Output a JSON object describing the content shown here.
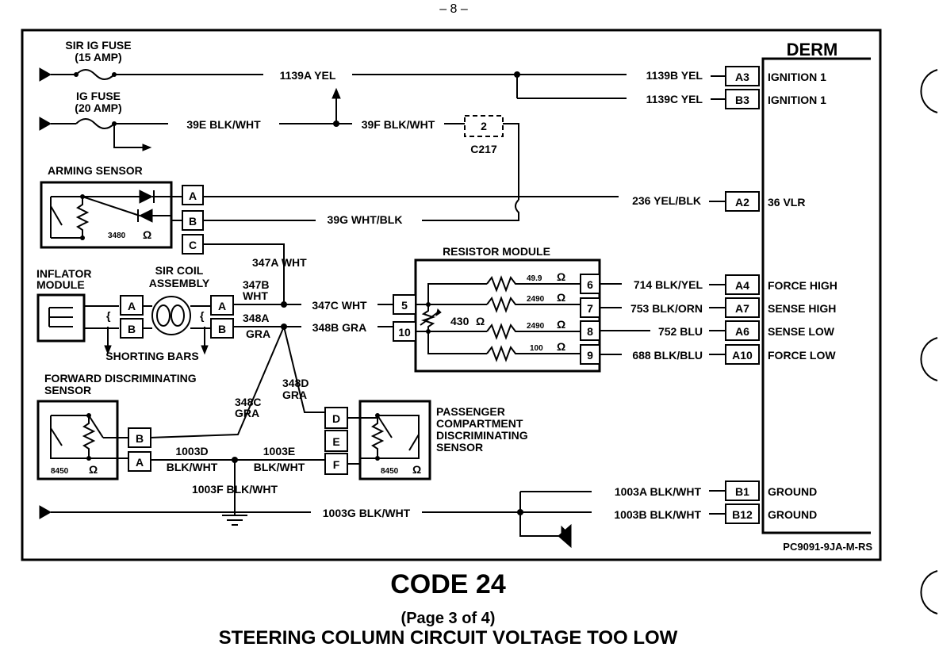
{
  "page_number": "– 8 –",
  "derm": {
    "title": "DERM"
  },
  "fuses": {
    "sir_ig": [
      "SIR IG FUSE",
      "(15 AMP)"
    ],
    "ig": [
      "IG FUSE",
      "(20 AMP)"
    ]
  },
  "wires": {
    "w1139a": "1139A YEL",
    "w1139b": "1139B YEL",
    "w1139c": "1139C YEL",
    "w39e": "39E BLK/WHT",
    "w39f": "39F BLK/WHT",
    "w236": "236 YEL/BLK",
    "w39g": "39G WHT/BLK",
    "w347a": "347A WHT",
    "w347b": [
      "347B",
      "WHT"
    ],
    "w347c": "347C WHT",
    "w348a": [
      "348A",
      "GRA"
    ],
    "w348b": "348B GRA",
    "w348c": [
      "348C",
      "GRA"
    ],
    "w348d": [
      "348D",
      "GRA"
    ],
    "w714": "714 BLK/YEL",
    "w753": "753 BLK/ORN",
    "w752": "752 BLU",
    "w688": "688 BLK/BLU",
    "w1003d": [
      "1003D",
      "BLK/WHT"
    ],
    "w1003e": [
      "1003E",
      "BLK/WHT"
    ],
    "w1003f": "1003F BLK/WHT",
    "w1003g": "1003G BLK/WHT",
    "w1003a": "1003A BLK/WHT",
    "w1003b": "1003B BLK/WHT"
  },
  "connector_c217": {
    "pin": "2",
    "label": "C217"
  },
  "derm_pins": [
    {
      "pin": "A3",
      "name": "IGNITION 1"
    },
    {
      "pin": "B3",
      "name": "IGNITION 1"
    },
    {
      "pin": "A2",
      "name": "36 VLR"
    },
    {
      "pin": "A4",
      "name": "FORCE HIGH"
    },
    {
      "pin": "A7",
      "name": "SENSE HIGH"
    },
    {
      "pin": "A6",
      "name": "SENSE LOW"
    },
    {
      "pin": "A10",
      "name": "FORCE LOW"
    },
    {
      "pin": "B1",
      "name": "GROUND"
    },
    {
      "pin": "B12",
      "name": "GROUND"
    }
  ],
  "arming_sensor": {
    "title": "ARMING SENSOR",
    "resistance": "3480",
    "ohm": "Ω",
    "pins": [
      "A",
      "B",
      "C"
    ]
  },
  "inflator": {
    "title": [
      "INFLATOR",
      "MODULE"
    ],
    "pins": [
      "A",
      "B"
    ]
  },
  "sir_coil": {
    "title": [
      "SIR COIL",
      "ASSEMBLY"
    ],
    "pins": [
      "A",
      "B"
    ]
  },
  "shorting_bars": "SHORTING BARS",
  "resistor_module": {
    "title": "RESISTOR MODULE",
    "center": "430",
    "ohm": "Ω",
    "resistors": [
      "49.9",
      "2490",
      "2490",
      "100"
    ],
    "pins": [
      "6",
      "7",
      "8",
      "9"
    ],
    "left_pins": [
      "5",
      "10"
    ]
  },
  "forward_sensor": {
    "title": [
      "FORWARD DISCRIMINATING",
      "SENSOR"
    ],
    "resistance": "8450",
    "ohm": "Ω",
    "pins": [
      "B",
      "A"
    ]
  },
  "passenger_sensor": {
    "title": [
      "PASSENGER",
      "COMPARTMENT",
      "DISCRIMINATING",
      "SENSOR"
    ],
    "resistance": "8450",
    "ohm": "Ω",
    "pins": [
      "D",
      "E",
      "F"
    ]
  },
  "ref_code": "PC9091-9JA-M-RS",
  "footer": {
    "code": "CODE 24",
    "page": "(Page 3 of 4)",
    "subtitle": "STEERING COLUMN CIRCUIT VOLTAGE TOO LOW"
  }
}
